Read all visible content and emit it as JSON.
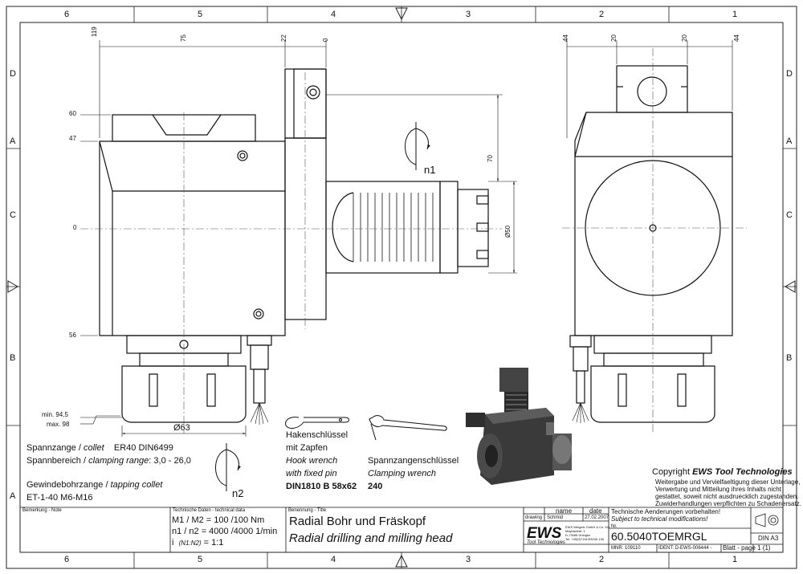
{
  "frame": {
    "columns": [
      "6",
      "5",
      "4",
      "3",
      "2",
      "1"
    ],
    "rows": [
      "D",
      "C",
      "B",
      "A"
    ]
  },
  "dimensions": {
    "top": [
      "119",
      "75",
      "22",
      "0",
      "44",
      "20",
      "20",
      "44"
    ],
    "left": [
      "60",
      "47",
      "0",
      "56"
    ],
    "reach_min": "min. 94,5",
    "reach_max": "max. 98",
    "vertical_70": "70",
    "diam_50": "Ø50",
    "diam_63": "Ø63"
  },
  "rotation": {
    "n1": "n1",
    "n2": "n2"
  },
  "specs": {
    "collet_label": "Spannzange / ",
    "collet_label_en": "collet",
    "collet_value": "ER40    DIN6499",
    "range_label": "Spannbereich / ",
    "range_label_en": "clamping range",
    "range_value": ": 3,0 - 26,0",
    "tap_label": "Gewindebohrzange / ",
    "tap_label_en": "tapping collet",
    "tap_value": "ET-1-40   M6-M16"
  },
  "hook_wrench": {
    "de1": "Hakenschlüssel",
    "de2": "mit Zapfen",
    "en1": "Hook wrench",
    "en2": "with fixed pin",
    "code": "DIN1810 B 58x62"
  },
  "clamp_wrench": {
    "de": "Spannzangenschlüssel",
    "en": "Clamping wrench",
    "code": "240"
  },
  "copyright": {
    "title_pre": "Copyright ",
    "title_brand": "EWS Tool Technologies",
    "lines": [
      "Weitergabe und Vervielfaeltigung dieser Unterlage,",
      "Verwertung und Mitteilung ihres Inhalts nicht",
      "gestattet, soweit nicht ausdruecklich zugestanden.",
      "Zuwiderhandlungen verpflichten zu Schadenersatz."
    ]
  },
  "title_block": {
    "remark_hdr": "Bemerkung - Note",
    "tech_hdr": "Technische Daten - technical data",
    "tech_line1": "M1 / M2 = 100 /100 Nm",
    "tech_line2": "n1 / n2 = 4000 /4000  1/min",
    "tech_line3_a": "i",
    "tech_line3_b": "(N1:N2)",
    "tech_line3_c": "= 1:1",
    "name_hdr": "Benennung - Title",
    "name_de": "Radial Bohr und Fräskopf",
    "name_en": "Radial drilling and milling head",
    "col_name": "name",
    "col_date": "date",
    "row_label": "drawing",
    "drawn_by": "Schmid",
    "drawn_date": "27.02.2007",
    "change_de": "Technische Aenderungen vorbehalten!",
    "change_en": "Subject to technical modifications!",
    "nr_label": "Nr.",
    "part_number": "60.5040TOEMRGL",
    "logo": "EWS",
    "logo_sub": "Tool Technologies",
    "company1": "EWS Weigele GmbH & Co. KG",
    "company2": "Maybachstr. 1",
    "company3": "D-73066 Uhingen",
    "company4": "Tel. +49(0)7161/93040-100",
    "mnr": "MNR: 109110",
    "ident": "IDENT: D-EWS-006444 -",
    "sheet": "Blatt - page  1 (1)",
    "format": "DIN A3"
  }
}
